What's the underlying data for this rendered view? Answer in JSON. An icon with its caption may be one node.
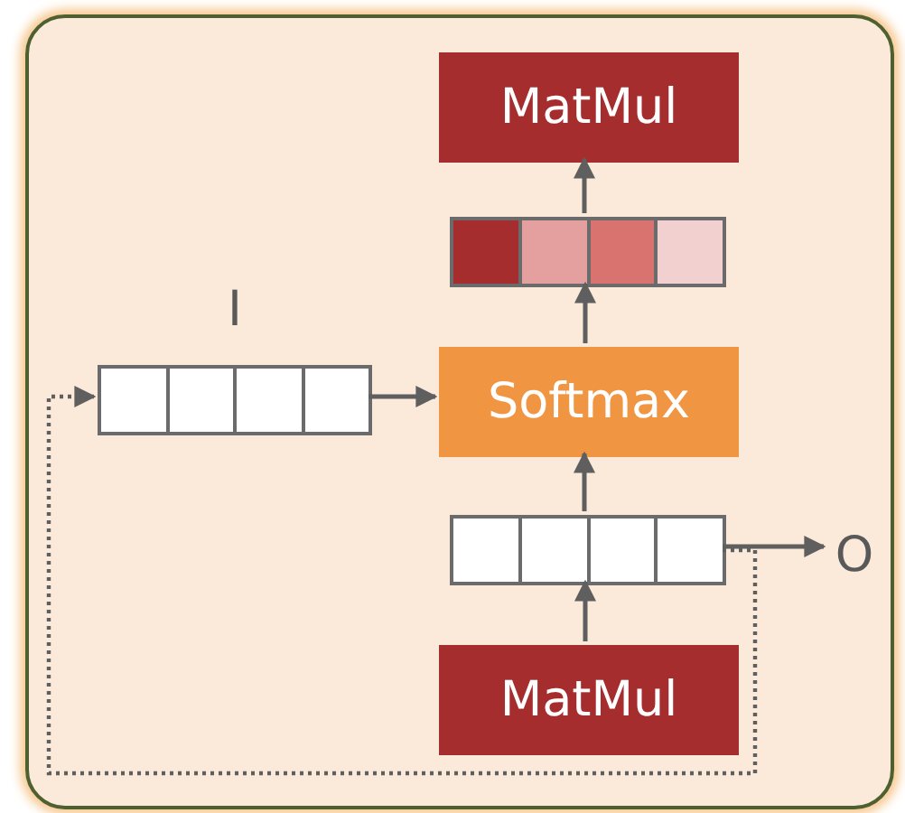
{
  "diagram": {
    "nodes": [
      {
        "text": [],
        "shape": "box"
      },
      {
        "text": [
          "MatMul"
        ],
        "in": 0
      },
      {
        "text": [],
        "shape": "bar",
        "in": 0
      },
      {
        "text": [
          "Softmax"
        ],
        "in": 0
      },
      {
        "text": [],
        "shape": "bar",
        "in": 0,
        "beside": [
          "I"
        ]
      },
      {
        "text": [],
        "shape": "bar",
        "in": 0
      },
      {
        "text": [
          "O"
        ],
        "in": 0
      },
      {
        "text": [
          "MatMul"
        ],
        "in": 0
      }
    ],
    "edges": [
      {
        "from": 7,
        "to": 5,
        "arrow": "to"
      },
      {
        "from": 5,
        "to": 3,
        "arrow": "to"
      },
      {
        "from": 3,
        "to": 2,
        "arrow": "to"
      },
      {
        "from": 2,
        "to": 1,
        "arrow": "to"
      },
      {
        "from": 4,
        "to": 3,
        "arrow": "to"
      },
      {
        "from": 5,
        "to": 6,
        "arrow": "to"
      },
      {
        "from": 5,
        "to": 4,
        "arrow": "to",
        "style": "dashed"
      }
    ]
  }
}
